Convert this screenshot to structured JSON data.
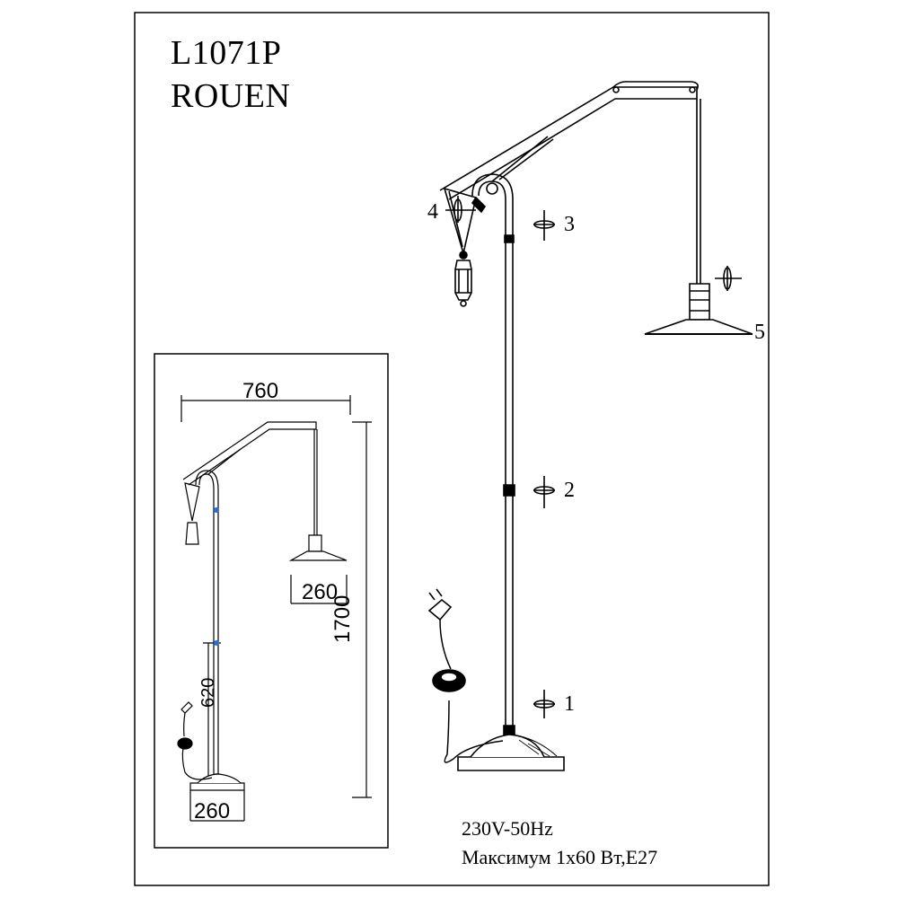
{
  "header": {
    "model": "L1071P",
    "name": "ROUEN"
  },
  "callouts": [
    "1",
    "2",
    "3",
    "4",
    "5"
  ],
  "dimensions": {
    "arm_reach": "760",
    "total_height": "1700",
    "lower_tube": "620",
    "shade_diameter": "260",
    "base_width": "260"
  },
  "specs": {
    "voltage": "230V-50Hz",
    "max_power": "Максимум 1x60 Вт,E27"
  }
}
